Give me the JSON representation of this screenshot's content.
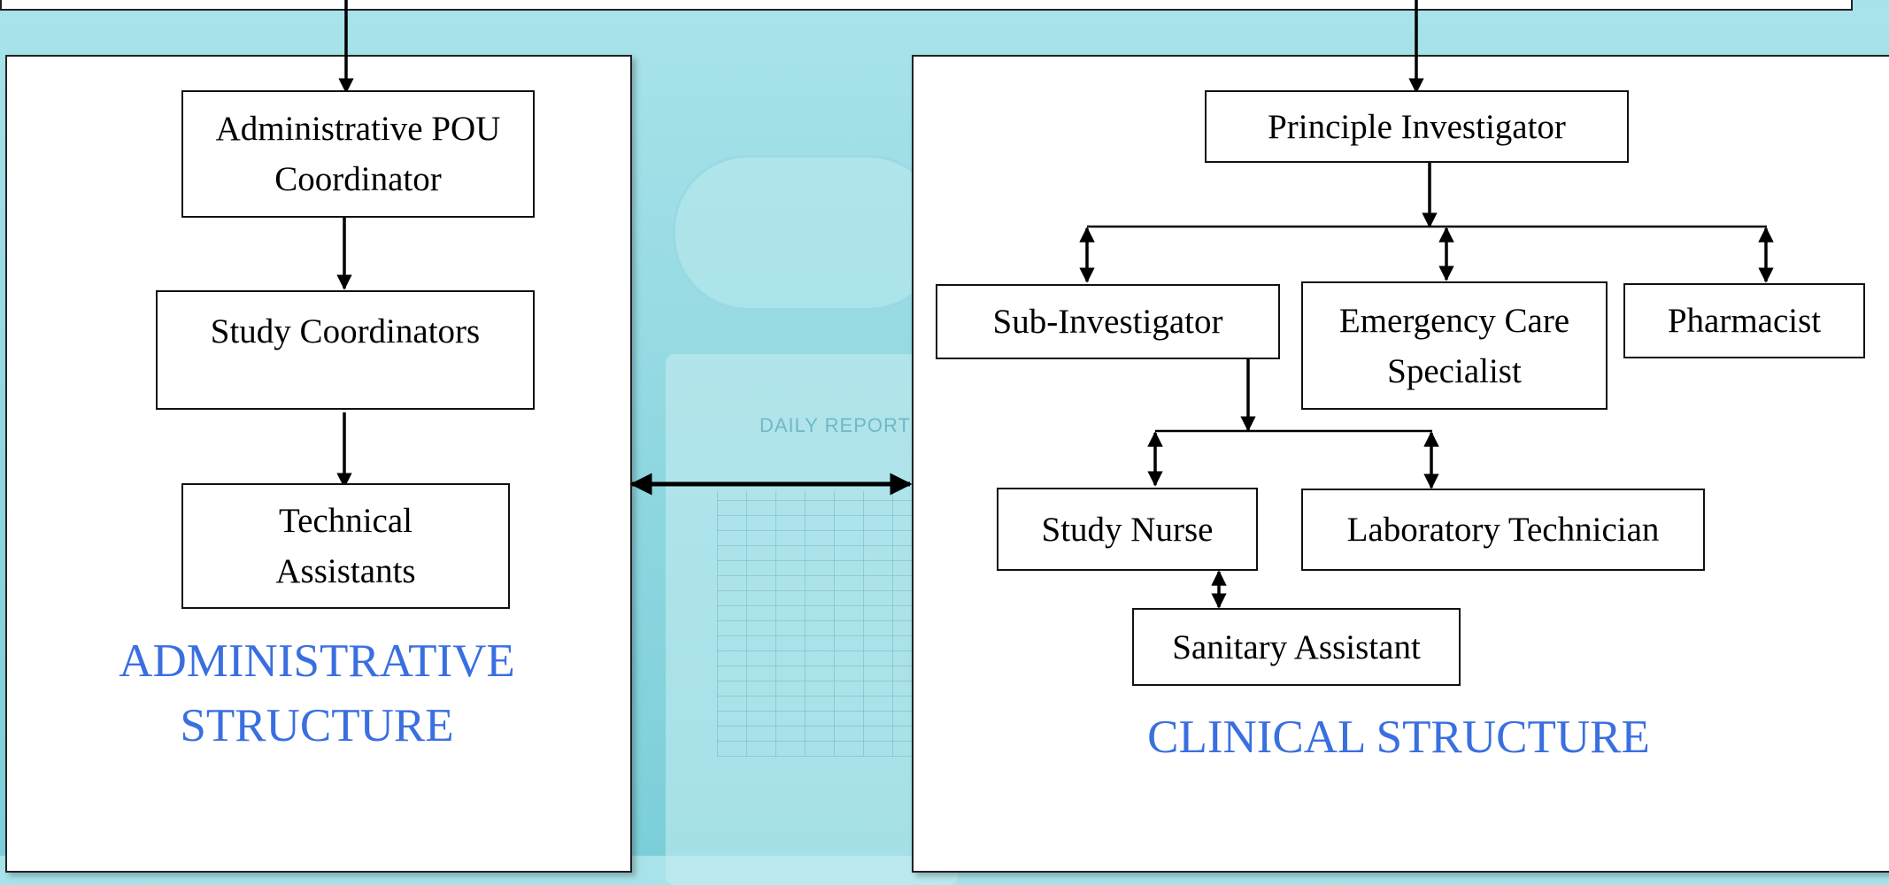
{
  "admin": {
    "nodes": {
      "pou_coordinator": "Administrative POU Coordinator",
      "study_coordinators": "Study Coordinators",
      "technical_assistants": "Technical Assistants"
    },
    "title": "ADMINISTRATIVE STRUCTURE"
  },
  "clinical": {
    "nodes": {
      "principal_investigator": "Principle Investigator",
      "sub_investigator": "Sub-Investigator",
      "emergency_care_specialist": "Emergency Care Specialist",
      "pharmacist": "Pharmacist",
      "study_nurse": "Study Nurse",
      "laboratory_technician": "Laboratory Technician",
      "sanitary_assistant": "Sanitary Assistant"
    },
    "title": "CLINICAL STRUCTURE"
  },
  "background": {
    "clipboard_label": "DAILY REPORT"
  },
  "colors": {
    "title_blue": "#3a6fe0",
    "background_teal": "#8fd7e0",
    "line": "#000000"
  }
}
